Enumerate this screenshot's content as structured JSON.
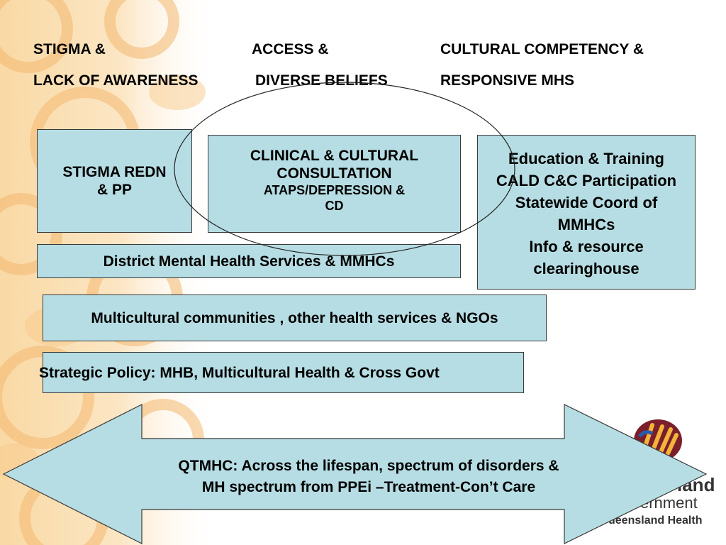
{
  "headings": {
    "col1_line1": "STIGMA &",
    "col1_line2": "LACK OF AWARENESS",
    "col2_line1": "ACCESS &",
    "col2_line2": "DIVERSE BELIEFS",
    "col3_line1": "CULTURAL COMPETENCY &",
    "col3_line2": "RESPONSIVE MHS"
  },
  "boxes": {
    "stigma": {
      "line1": "STIGMA REDN",
      "line2": "& PP"
    },
    "clinical": {
      "line1": "CLINICAL & CULTURAL",
      "line2": "CONSULTATION",
      "line3": "ATAPS/DEPRESSION &",
      "line4": "CD"
    },
    "education": {
      "line1": "Education & Training",
      "line2": "CALD C&C Participation",
      "line3": "Statewide Coord of",
      "line4": "MMHCs",
      "line5": "Info & resource",
      "line6": "clearinghouse"
    },
    "district": "District Mental Health Services & MMHCs",
    "multicultural": "Multicultural communities , other health services & NGOs",
    "strategic": "Strategic Policy: MHB, Multicultural Health & Cross Govt"
  },
  "arrow": {
    "line1": "QTMHC: Across the lifespan, spectrum of disorders &",
    "line2": "MH spectrum from PPEi –Treatment-Con’t Care"
  },
  "logo": {
    "partial_top": "land",
    "partial_mid": "ernment",
    "bottom": "ueensland Health"
  },
  "colors": {
    "box_fill": "#b6dde3",
    "border": "#3a3a3a",
    "background_pattern": "#f6c07a"
  }
}
